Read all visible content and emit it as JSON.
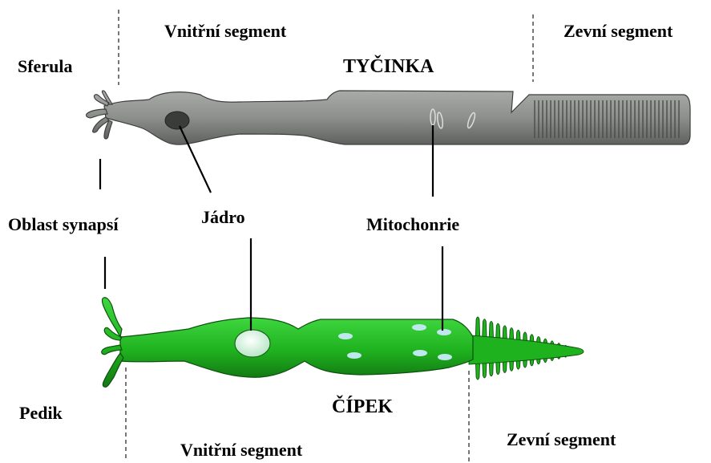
{
  "rod": {
    "title": "TYČINKA",
    "label_terminal": "Sferula",
    "label_inner": "Vnitřní segment",
    "label_outer": "Zevní segment",
    "color": "#8c8e8c"
  },
  "cone": {
    "title": "ČÍPEK",
    "label_terminal": "Pedik",
    "label_inner": "Vnitřní segment",
    "label_outer": "Zevní segment",
    "color": "#22b822"
  },
  "shared": {
    "label_synapse": "Oblast synapsí",
    "label_nucleus": "Jádro",
    "label_mito": "Mitochonrie"
  }
}
